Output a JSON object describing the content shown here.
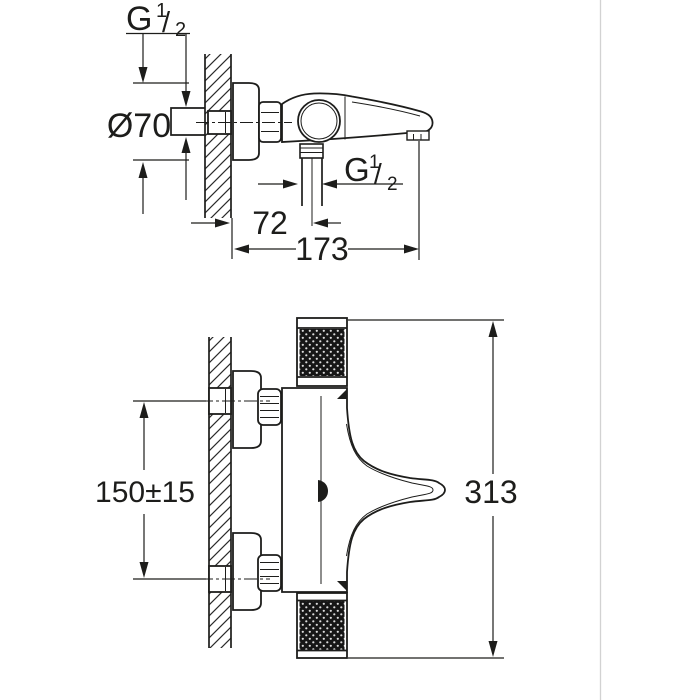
{
  "drawing": {
    "colors": {
      "line": "#1d1d1b",
      "background": "#ffffff",
      "divider": "#d2d2d2",
      "knurl_fill": "#161616"
    },
    "side_view": {
      "wall_thread": {
        "letter": "G",
        "num": "1",
        "slash": "/",
        "den": "2"
      },
      "flange_diameter": "Ø70",
      "outlet_thread": {
        "letter": "G",
        "num": "1",
        "slash": "/",
        "den": "2"
      },
      "dim_wall_to_outlet": "72",
      "dim_wall_to_spout": "173"
    },
    "front_view": {
      "dim_connection_spacing": "150±15",
      "dim_overall_width": "313"
    }
  }
}
